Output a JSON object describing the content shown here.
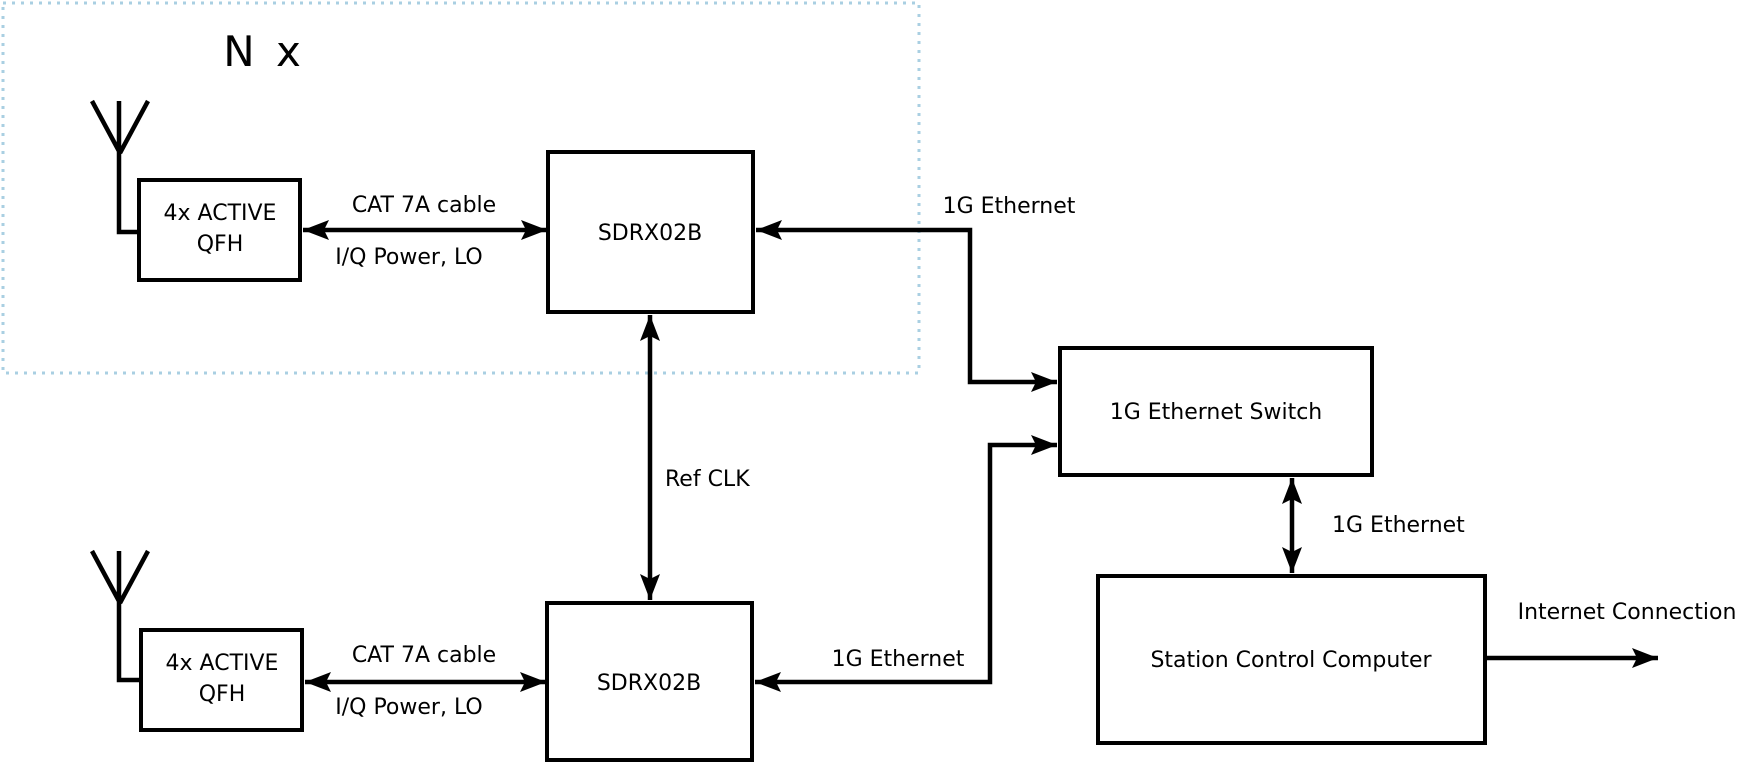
{
  "diagram": {
    "group_label": "N x",
    "nodes": {
      "qfh_top": {
        "line1": "4x ACTIVE",
        "line2": "QFH"
      },
      "sdrx_top": {
        "label": "SDRX02B"
      },
      "qfh_bottom": {
        "line1": "4x ACTIVE",
        "line2": "QFH"
      },
      "sdrx_bottom": {
        "label": "SDRX02B"
      },
      "switch": {
        "label": "1G Ethernet Switch"
      },
      "computer": {
        "label": "Station Control Computer"
      }
    },
    "edges": {
      "cat7a_top": {
        "above": "CAT 7A cable",
        "below": "I/Q Power, LO"
      },
      "cat7a_bottom": {
        "above": "CAT 7A cable",
        "below": "I/Q Power, LO"
      },
      "eth_top": {
        "label": "1G Ethernet"
      },
      "eth_bottom": {
        "label": "1G Ethernet"
      },
      "eth_switch": {
        "label": "1G Ethernet"
      },
      "ref_clk": {
        "label": "Ref CLK"
      },
      "internet": {
        "label": "Internet Connection"
      }
    },
    "colors": {
      "accent_border": "#a9cfe2",
      "accent_text": "#b4d9eb",
      "line": "#000000",
      "background": "#ffffff"
    }
  }
}
